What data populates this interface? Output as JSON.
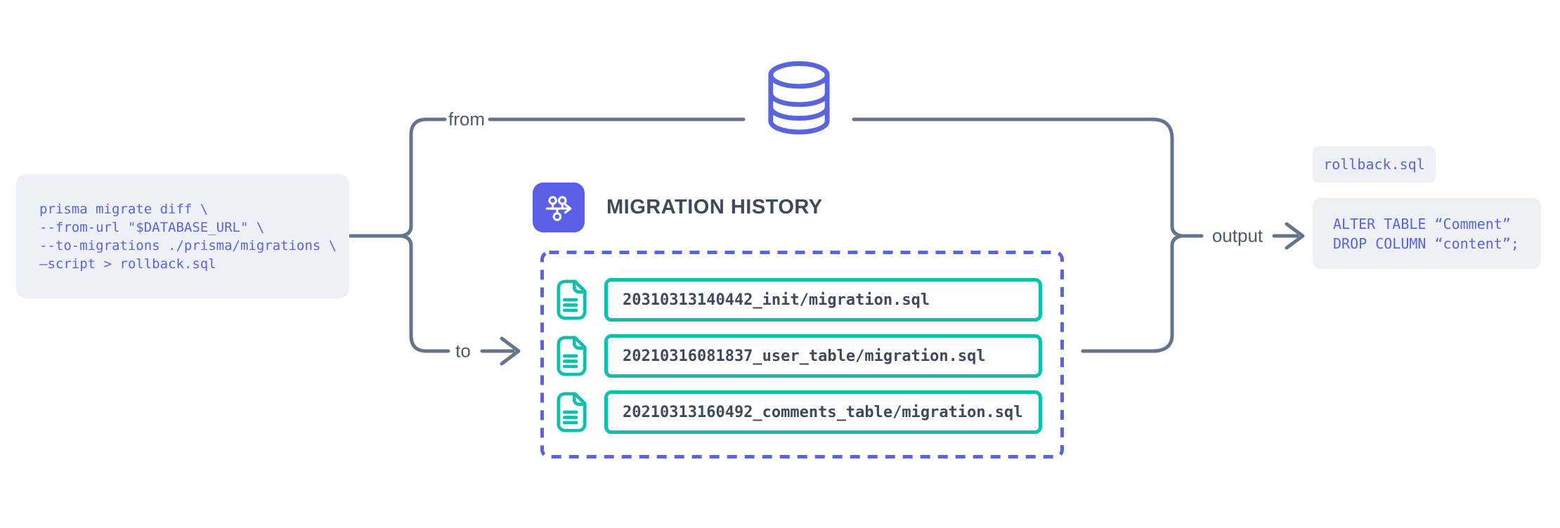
{
  "command_block": {
    "lines": [
      "prisma migrate diff \\",
      "--from-url \"$DATABASE_URL\" \\",
      "--to-migrations ./prisma/migrations \\",
      "—script > rollback.sql"
    ]
  },
  "labels": {
    "from": "from",
    "to": "to",
    "output": "output"
  },
  "migration_history": {
    "title": "MIGRATION HISTORY",
    "files": [
      "20310313140442_init/migration.sql",
      "20210316081837_user_table/migration.sql",
      "20210313160492_comments_table/migration.sql"
    ]
  },
  "output": {
    "file_chip": "rollback.sql",
    "sql_lines": [
      "ALTER TABLE “Comment”",
      "DROP COLUMN “content”;"
    ]
  },
  "icons": {
    "database": "database-icon",
    "migration_history_badge": "git-timeline-icon",
    "migration_file": "sql-document-icon"
  },
  "colors": {
    "indigo": "#5A64DC",
    "badge_indigo": "#5A5FE6",
    "teal": "#0FBFAD",
    "line_slate": "#64748B",
    "dark_text": "#3D4A5C",
    "label_text": "#4C5A6E",
    "block_bg": "#EDF1F5",
    "canvas_bg": "#FFFFFF"
  }
}
